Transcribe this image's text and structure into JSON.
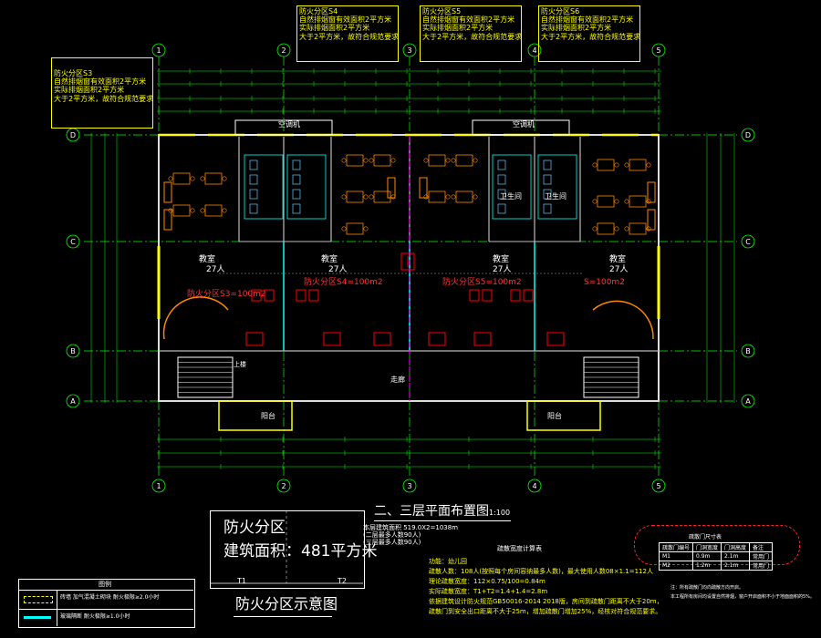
{
  "zone_notes": [
    {
      "title": "防火分区S4",
      "lines": [
        "自然排烟窗有效面积2平方米",
        "实际排烟面积2平方米",
        "大于2平方米，故符合规范要求"
      ]
    },
    {
      "title": "防火分区S5",
      "lines": [
        "自然排烟窗有效面积2平方米",
        "实际排烟面积2平方米",
        "大于2平方米，故符合规范要求"
      ]
    },
    {
      "title": "防火分区S6",
      "lines": [
        "自然排烟窗有效面积2平方米",
        "实际排烟面积2平方米",
        "大于2平方米，故符合规范要求"
      ]
    },
    {
      "title": "防火分区S3",
      "lines": [
        "自然排烟窗有效面积2平方米",
        "实际排烟面积2平方米",
        "大于2平方米，故符合规范要求"
      ]
    }
  ],
  "axes": {
    "columns": [
      "1",
      "2",
      "3",
      "4",
      "5"
    ],
    "rows": [
      "D",
      "C",
      "B",
      "A"
    ]
  },
  "rooms": {
    "top_labels": [
      "空调机",
      "空调机"
    ],
    "classrooms": [
      "教室",
      "教室",
      "教室",
      "教室"
    ],
    "capacity": [
      "27人",
      "27人",
      "27人",
      "27人"
    ],
    "washrooms": [
      "卫生间",
      "卫生间"
    ],
    "balcony": [
      "阳台",
      "阳台"
    ],
    "corridor": "走廊",
    "stair_up": "上楼"
  },
  "zone_areas": [
    "防火分区S3=100m2",
    "防火分区S4=100m2",
    "防火分区S5=100m2",
    "S=100m2"
  ],
  "heading": "二、三层平面布置图",
  "scale": "1:100",
  "area_box": {
    "line1": "防火分区",
    "line2": "建筑面积：481平方米",
    "t1": "T1",
    "t2": "T2"
  },
  "schematic_title": "防火分区示意图",
  "area_lines": [
    "本层建筑面积 519.0X2=1038m",
    "(二层最多人数90人)",
    "(三层最多人数90人)"
  ],
  "calc": {
    "title": "疏散宽度计算表",
    "lines": [
      "功能：幼儿园",
      "疏散人数：108人(按照每个房间容纳最多人数)，最大使用人数08×1.1=112人",
      "理论疏散宽度：112×0.75/100=0.84m",
      "实际疏散宽度：T1+T2=1.4+1.4=2.8m",
      "依据建筑设计防火规范GB50016-2014 2018版，房间到疏散门距离不大于20m，",
      "疏散门到安全出口距离不大于25m，增加疏散门增加25%，经核对符合规范要求。"
    ]
  },
  "door_table": {
    "title": "疏散门尺寸表",
    "headers": [
      "疏散门编号",
      "门洞宽度",
      "门洞高度",
      "备注"
    ],
    "rows": [
      [
        "M1",
        "0.9m",
        "2.1m",
        "常用门"
      ],
      [
        "M2",
        "1.2m",
        "2.1m",
        "常用门"
      ]
    ]
  },
  "notes": [
    "注：所有疏散门均向疏散方向开启。",
    "本工程所有房间均设置自然排烟，窗户开启面积不小于地面面积的5%。"
  ],
  "legend": {
    "title": "图例",
    "items": [
      {
        "label": "砖墙 加气混凝土砌块 耐火极限≥2.0小时"
      },
      {
        "label": "玻璃隔断 耐火极限≥1.0小时"
      }
    ]
  },
  "colors": {
    "wall": "#ffff00",
    "axis": "#00ff00",
    "glass": "#00ffff",
    "furniture": "#ff8800",
    "fire": "#ff0000",
    "annot": "#ff00ff"
  }
}
